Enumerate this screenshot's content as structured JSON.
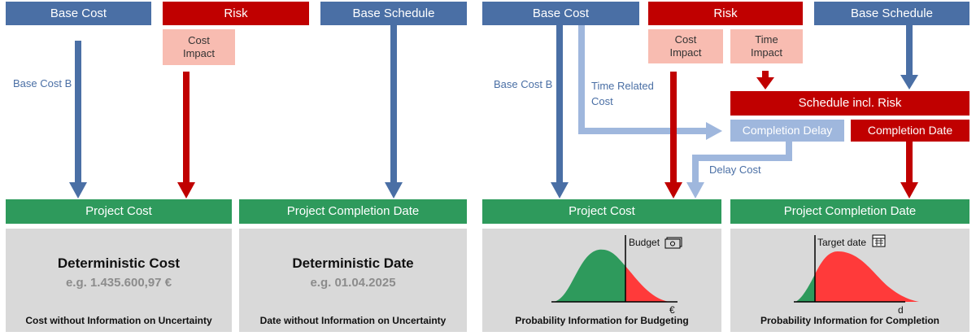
{
  "left": {
    "base_cost": "Base Cost",
    "risk": "Risk",
    "base_schedule": "Base Schedule",
    "cost_impact": "Cost Impact",
    "base_cost_b": "Base Cost B",
    "project_cost": "Project Cost",
    "project_completion_date": "Project Completion Date",
    "cost_panel": {
      "title": "Deterministic Cost",
      "example": "e.g. 1.435.600,97 €",
      "footer": "Cost without Information on Uncertainty"
    },
    "date_panel": {
      "title": "Deterministic Date",
      "example": "e.g. 01.04.2025",
      "footer": "Date without Information on Uncertainty"
    }
  },
  "right": {
    "base_cost": "Base Cost",
    "risk": "Risk",
    "base_schedule": "Base Schedule",
    "cost_impact": "Cost Impact",
    "time_impact": "Time Impact",
    "base_cost_b": "Base Cost B",
    "time_related_cost": "Time Related Cost",
    "schedule_incl_risk": "Schedule incl. Risk",
    "completion_delay": "Completion Delay",
    "completion_date": "Completion Date",
    "delay_cost": "Delay Cost",
    "project_cost": "Project Cost",
    "project_completion_date": "Project Completion Date",
    "cost_panel": {
      "marker_label": "Budget",
      "marker_icon": "cash-icon",
      "axis_unit": "€",
      "footer": "Probability Information for Budgeting"
    },
    "date_panel": {
      "marker_label": "Target date",
      "marker_icon": "calendar-icon",
      "axis_unit": "d",
      "footer": "Probability Information for Completion"
    }
  },
  "colors": {
    "blue": "#4a6fa5",
    "red": "#c00000",
    "pink": "#f8bcb1",
    "light_blue": "#9fb7dd",
    "green": "#2e9a5c",
    "gray": "#d9d9d9",
    "dist_green": "#2e9a5c",
    "dist_red": "#ff3a3a"
  }
}
